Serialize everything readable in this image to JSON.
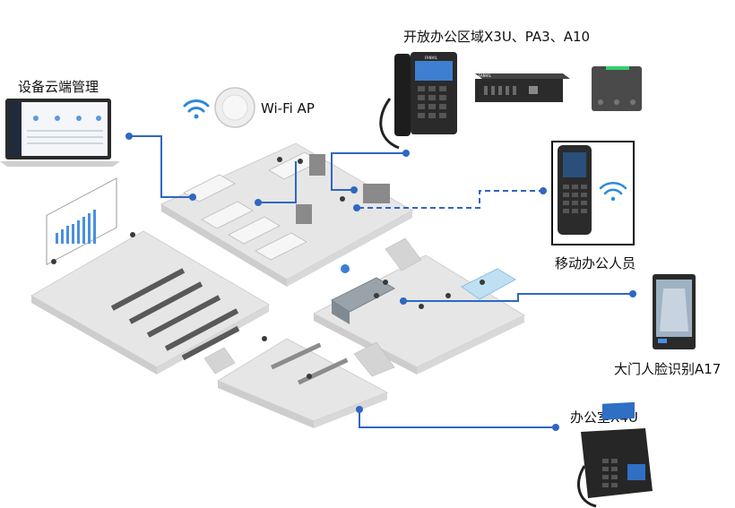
{
  "labels": {
    "cloud": "设备云端管理",
    "wifi": "Wi-Fi AP",
    "open_office": "开放办公区域X3U、PA3、A10",
    "mobile": "移动办公人员",
    "face": "大门人脸识别A17",
    "office": "办公室X4U"
  },
  "device_text": {
    "phone_brand": "FANVIL",
    "amp_brand": "FANVIL"
  },
  "colors": {
    "connector": "#2f67c2",
    "floor": "#e4e4e4",
    "floor_edge": "#c8c8c8",
    "device_dark": "#2a2a2a",
    "wifi_icon": "#2c8ad8"
  }
}
